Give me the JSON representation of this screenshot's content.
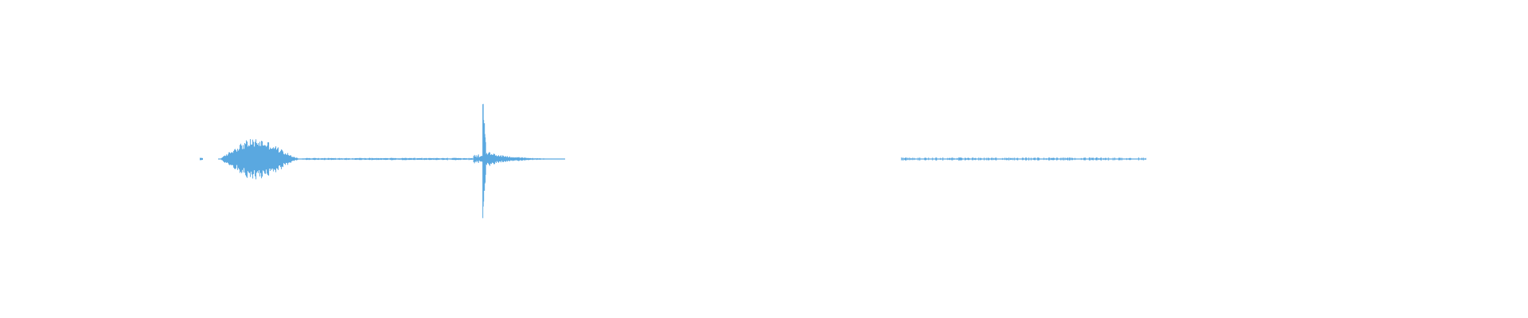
{
  "waveform": {
    "color": "#5aa8e0",
    "background": "#ffffff",
    "duration_fraction_visible": 1.0,
    "segments": [
      {
        "start": 0.131,
        "end": 0.133,
        "peak": 0.01
      },
      {
        "start": 0.143,
        "end": 0.198,
        "peak": 0.13,
        "shape": "swell"
      },
      {
        "start": 0.198,
        "end": 0.31,
        "peak": 0.008,
        "shape": "noise"
      },
      {
        "start": 0.31,
        "end": 0.316,
        "peak": 0.03,
        "shape": "noise"
      },
      {
        "start": 0.316,
        "end": 0.318,
        "peak": 0.38,
        "shape": "transient"
      },
      {
        "start": 0.318,
        "end": 0.37,
        "peak": 0.05,
        "shape": "decay"
      },
      {
        "start": 0.59,
        "end": 0.75,
        "peak": 0.01,
        "shape": "sparse"
      }
    ]
  }
}
